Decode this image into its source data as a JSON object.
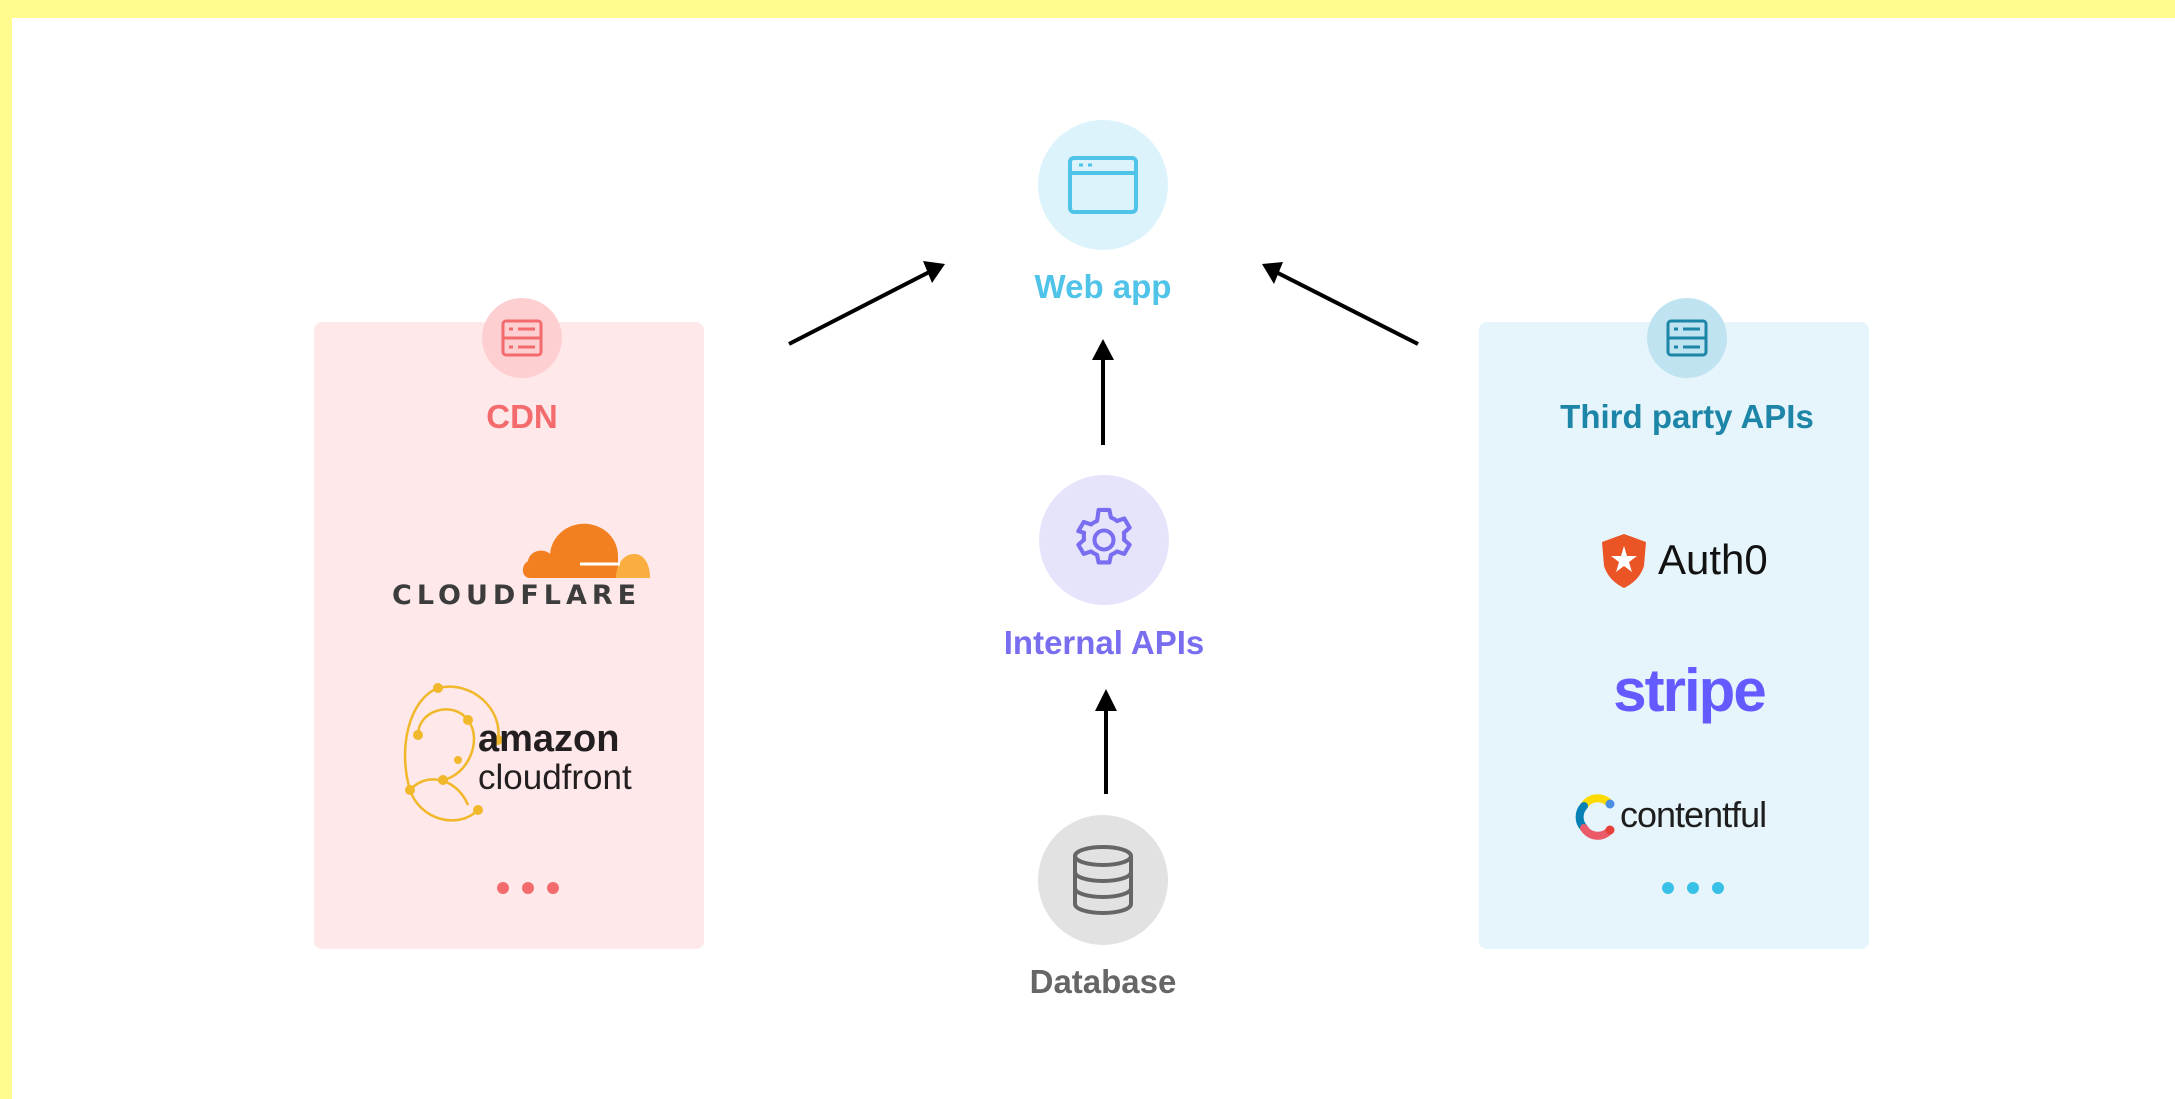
{
  "nodes": {
    "web_app": {
      "label": "Web app",
      "icon": "browser-window-icon",
      "color": "#4fc3e8",
      "bg": "#dcf3fb"
    },
    "internal_apis": {
      "label": "Internal APIs",
      "icon": "gear-icon",
      "color": "#7a6ef0",
      "bg": "#e6e4fb"
    },
    "database": {
      "label": "Database",
      "icon": "database-icon",
      "color": "#666666",
      "bg": "#e2e2e2"
    }
  },
  "groups": {
    "cdn": {
      "title": "CDN",
      "icon": "server-icon",
      "color": "#f36b6d",
      "bg": "#fee8e9",
      "logos": [
        "CLOUDFLARE",
        "amazon",
        "cloudfront"
      ],
      "more": "..."
    },
    "third_party": {
      "title": "Third party APIs",
      "icon": "server-icon",
      "color": "#1d86a8",
      "bg": "#e6f5fb",
      "logos": [
        "Auth0",
        "stripe",
        "contentful"
      ],
      "more": "..."
    }
  },
  "edges": [
    {
      "from": "CDN",
      "to": "Web app"
    },
    {
      "from": "Third party APIs",
      "to": "Web app"
    },
    {
      "from": "Internal APIs",
      "to": "Web app"
    },
    {
      "from": "Database",
      "to": "Internal APIs"
    }
  ]
}
